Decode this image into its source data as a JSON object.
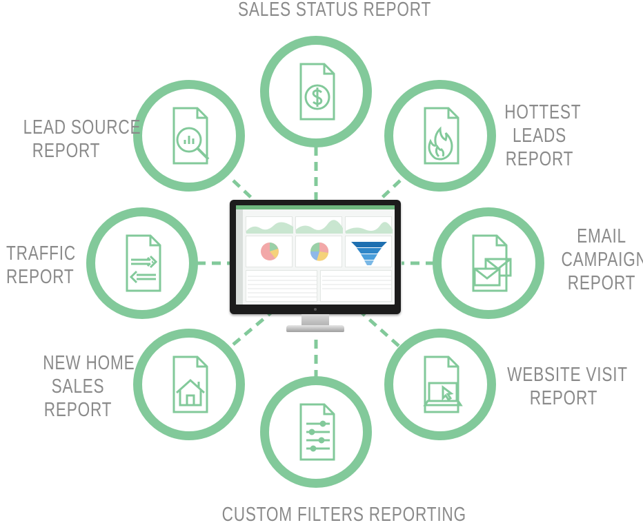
{
  "nodes": [
    {
      "id": "sales-status",
      "icon": "dollar-doc-icon",
      "label": [
        "SALES STATUS REPORT"
      ]
    },
    {
      "id": "hottest-leads",
      "icon": "flame-doc-icon",
      "label": [
        "HOTTEST",
        "LEADS",
        "REPORT"
      ]
    },
    {
      "id": "email-campaign",
      "icon": "envelopes-doc-icon",
      "label": [
        "EMAIL",
        "CAMPAIGN",
        "REPORT"
      ]
    },
    {
      "id": "website-visit",
      "icon": "laptop-cursor-doc-icon",
      "label": [
        "WEBSITE VISIT",
        "REPORT"
      ]
    },
    {
      "id": "custom-filters",
      "icon": "sliders-doc-icon",
      "label": [
        "CUSTOM FILTERS REPORTING"
      ]
    },
    {
      "id": "new-home-sales",
      "icon": "house-doc-icon",
      "label": [
        "NEW HOME",
        "SALES",
        "REPORT"
      ]
    },
    {
      "id": "traffic",
      "icon": "arrows-doc-icon",
      "label": [
        "TRAFFIC",
        "REPORT"
      ]
    },
    {
      "id": "lead-source",
      "icon": "magnifier-chart-doc-icon",
      "label": [
        "LEAD SOURCE",
        "REPORT"
      ]
    }
  ],
  "center": {
    "icon": "monitor-dashboard-icon"
  },
  "colors": {
    "ring": "#82c99a",
    "text": "#8a8a8a",
    "connector": "#82c99a"
  }
}
